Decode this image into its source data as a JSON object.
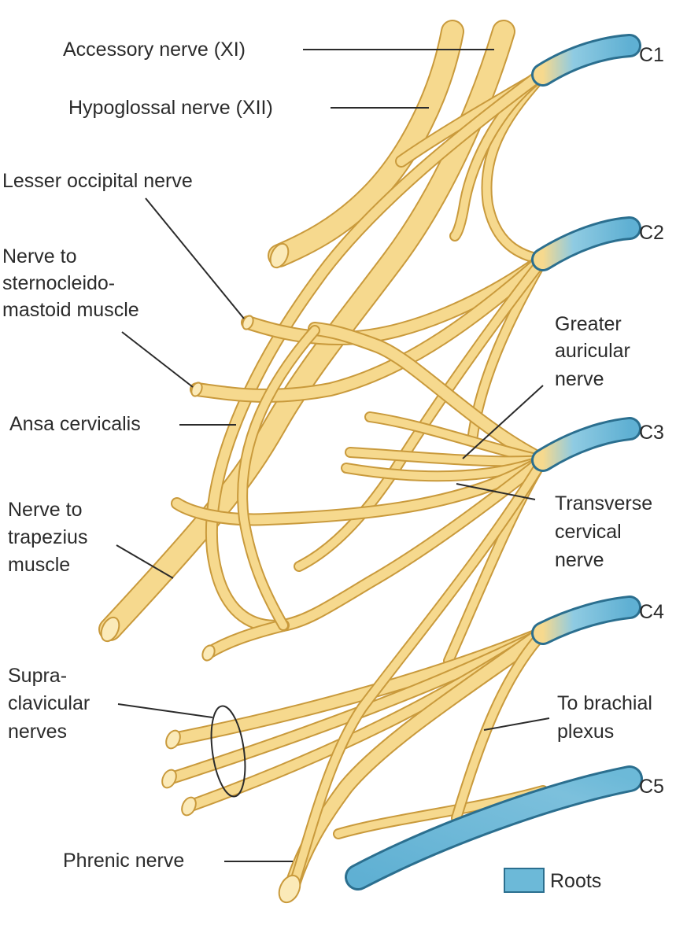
{
  "labels": {
    "accessory": "Accessory nerve (XI)",
    "hypoglossal": "Hypoglossal nerve (XII)",
    "lesser_occipital": "Lesser occipital nerve",
    "scm_line1": "Nerve to",
    "scm_line2": "sternocleido-",
    "scm_line3": "mastoid muscle",
    "greater_line1": "Greater",
    "greater_line2": "auricular",
    "greater_line3": "nerve",
    "ansa": "Ansa cervicalis",
    "trap_line1": "Nerve to",
    "trap_line2": "trapezius",
    "trap_line3": "muscle",
    "transverse_line1": "Transverse",
    "transverse_line2": "cervical",
    "transverse_line3": "nerve",
    "supra_line1": "Supra-",
    "supra_line2": "clavicular",
    "supra_line3": "nerves",
    "brachial_line1": "To brachial",
    "brachial_line2": "plexus",
    "phrenic": "Phrenic nerve"
  },
  "roots": {
    "c1": "C1",
    "c2": "C2",
    "c3": "C3",
    "c4": "C4",
    "c5": "C5"
  },
  "legend": {
    "label": "Roots"
  },
  "colors": {
    "nerve": "#f6d98e",
    "nerve_outline": "#c99a3c",
    "root": "#6cb9d8",
    "root_outline": "#2b6f8f"
  }
}
